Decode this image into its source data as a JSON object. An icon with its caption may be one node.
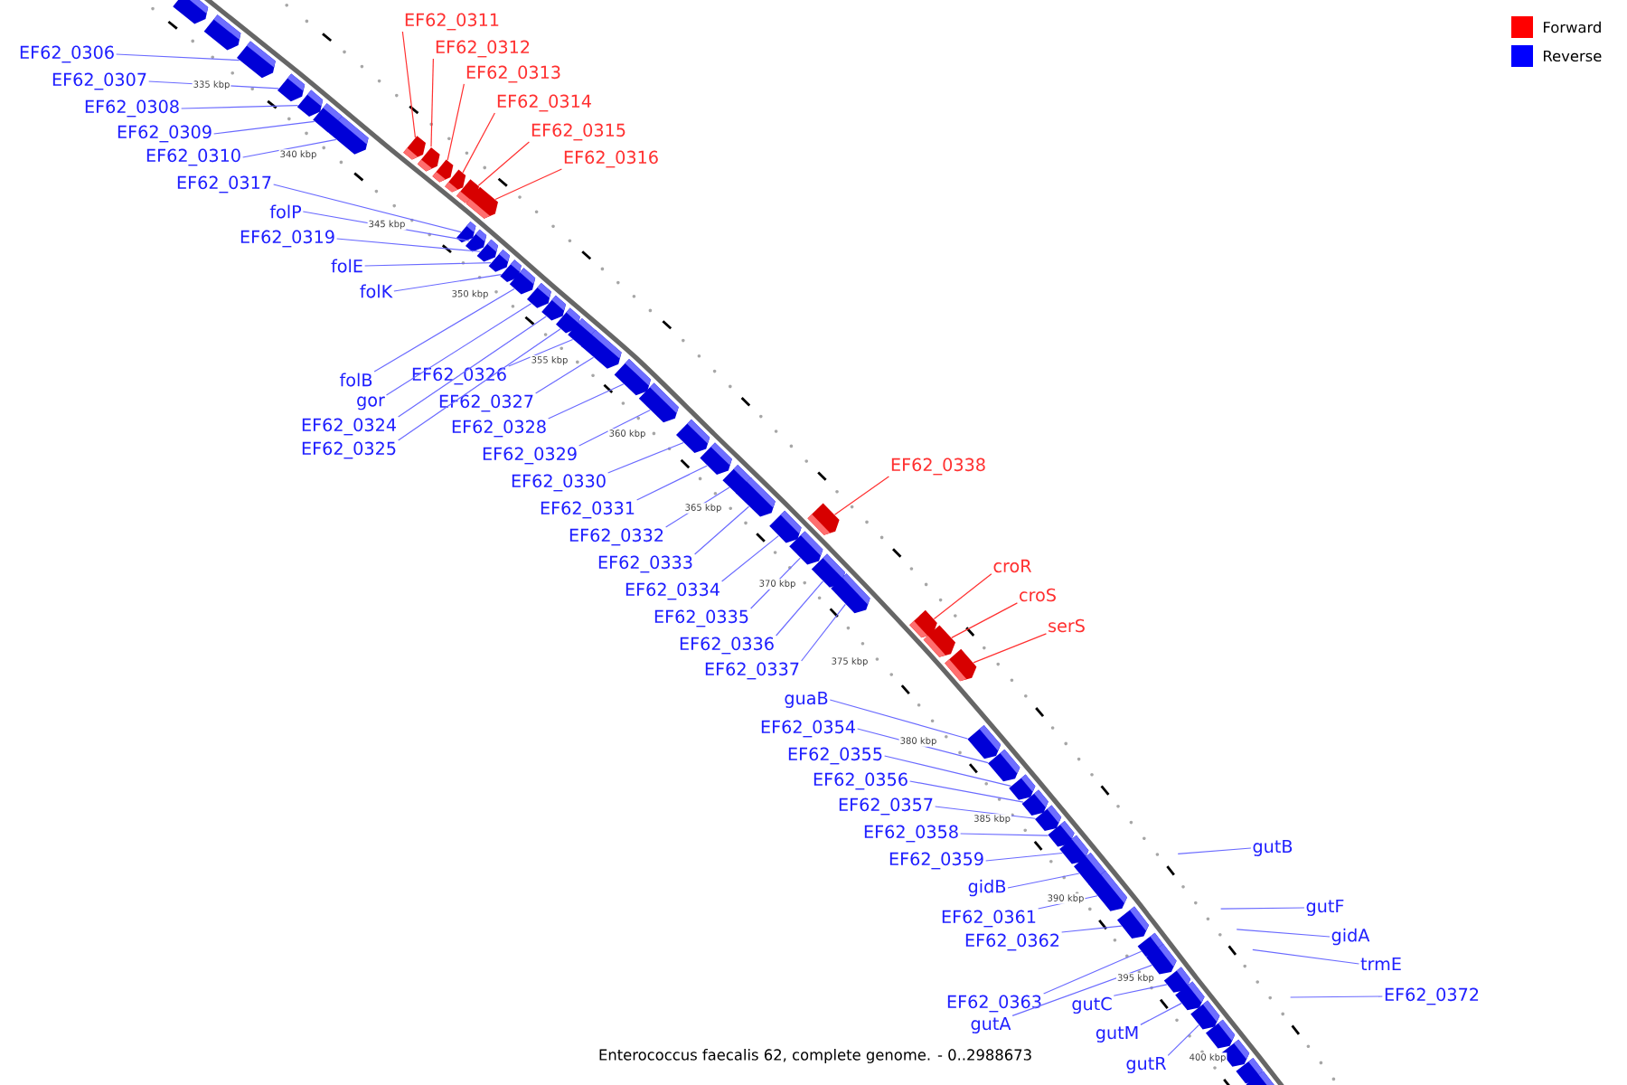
{
  "diagram": {
    "caption": "Enterococcus faecalis 62, complete genome. - 0..2988673",
    "nodes": [
      {
        "text": [
          "EF62_0306"
        ]
      },
      {
        "text": [
          "EF62_0307"
        ]
      },
      {
        "text": [
          "EF62_0308"
        ]
      },
      {
        "text": [
          "EF62_0309"
        ]
      },
      {
        "text": [
          "EF62_0310"
        ]
      },
      {
        "text": [
          "EF62_0317"
        ]
      },
      {
        "text": [
          "folP"
        ]
      },
      {
        "text": [
          "EF62_0319"
        ]
      },
      {
        "text": [
          "folE"
        ]
      },
      {
        "text": [
          "folK"
        ]
      },
      {
        "text": [
          "folB"
        ]
      },
      {
        "text": [
          "gor"
        ]
      },
      {
        "text": [
          "EF62_0324"
        ]
      },
      {
        "text": [
          "EF62_0325"
        ]
      },
      {
        "text": [
          "EF62_0326"
        ]
      },
      {
        "text": [
          "EF62_0327"
        ]
      },
      {
        "text": [
          "EF62_0328"
        ]
      },
      {
        "text": [
          "EF62_0329"
        ]
      },
      {
        "text": [
          "EF62_0330"
        ]
      },
      {
        "text": [
          "EF62_0331"
        ]
      },
      {
        "text": [
          "EF62_0332"
        ]
      },
      {
        "text": [
          "EF62_0333"
        ]
      },
      {
        "text": [
          "EF62_0334"
        ]
      },
      {
        "text": [
          "EF62_0335"
        ]
      },
      {
        "text": [
          "EF62_0336"
        ]
      },
      {
        "text": [
          "EF62_0337"
        ]
      },
      {
        "text": [
          "guaB"
        ]
      },
      {
        "text": [
          "EF62_0354"
        ]
      },
      {
        "text": [
          "EF62_0355"
        ]
      },
      {
        "text": [
          "EF62_0356"
        ]
      },
      {
        "text": [
          "EF62_0357"
        ]
      },
      {
        "text": [
          "EF62_0358"
        ]
      },
      {
        "text": [
          "EF62_0359"
        ]
      },
      {
        "text": [
          "gidB"
        ]
      },
      {
        "text": [
          "EF62_0361"
        ]
      },
      {
        "text": [
          "EF62_0362"
        ]
      },
      {
        "text": [
          "EF62_0363"
        ]
      },
      {
        "text": [
          "gutA"
        ]
      },
      {
        "text": [
          "gutC"
        ]
      },
      {
        "text": [
          "gutM"
        ]
      },
      {
        "text": [
          "gutR"
        ]
      },
      {
        "text": [
          "EF62_0311"
        ]
      },
      {
        "text": [
          "EF62_0312"
        ]
      },
      {
        "text": [
          "EF62_0313"
        ]
      },
      {
        "text": [
          "EF62_0314"
        ]
      },
      {
        "text": [
          "EF62_0315"
        ]
      },
      {
        "text": [
          "EF62_0316"
        ]
      },
      {
        "text": [
          "EF62_0338"
        ]
      },
      {
        "text": [
          "croR"
        ]
      },
      {
        "text": [
          "croS"
        ]
      },
      {
        "text": [
          "serS"
        ]
      },
      {
        "text": [
          "gutB"
        ]
      },
      {
        "text": [
          "gutF"
        ]
      },
      {
        "text": [
          "gidA"
        ]
      },
      {
        "text": [
          "trmE"
        ]
      },
      {
        "text": [
          "EF62_0372"
        ]
      },
      {
        "text": [],
        "shape": "bar"
      },
      {
        "text": [],
        "shape": "bar"
      },
      {
        "text": [],
        "shape": "bar"
      },
      {
        "text": [],
        "shape": "bar"
      },
      {
        "text": [],
        "shape": "bar"
      },
      {
        "text": [],
        "shape": "bar"
      },
      {
        "text": [],
        "shape": "bar"
      },
      {
        "text": [],
        "shape": "bar"
      },
      {
        "text": [],
        "shape": "bar"
      },
      {
        "text": [],
        "shape": "bar"
      },
      {
        "text": [],
        "shape": "bar"
      },
      {
        "text": [],
        "shape": "bar"
      },
      {
        "text": [],
        "shape": "bar"
      },
      {
        "text": [],
        "shape": "bar"
      },
      {
        "text": [],
        "shape": "bar"
      },
      {
        "text": [],
        "shape": "bar"
      },
      {
        "text": [],
        "shape": "bar"
      },
      {
        "text": [],
        "shape": "bar"
      },
      {
        "text": [],
        "shape": "bar"
      },
      {
        "text": [],
        "shape": "bar"
      },
      {
        "text": [],
        "shape": "bar"
      },
      {
        "text": [],
        "shape": "bar"
      },
      {
        "text": [],
        "shape": "bar"
      },
      {
        "text": [],
        "shape": "bar"
      },
      {
        "text": [],
        "shape": "bar"
      },
      {
        "text": [],
        "shape": "bar"
      },
      {
        "text": [],
        "shape": "bar"
      },
      {
        "text": [],
        "shape": "bar"
      },
      {
        "text": [],
        "shape": "bar"
      },
      {
        "text": [],
        "shape": "bar"
      },
      {
        "text": [],
        "shape": "bar"
      },
      {
        "text": [],
        "shape": "bar"
      },
      {
        "text": [],
        "shape": "bar"
      },
      {
        "text": [],
        "shape": "bar"
      },
      {
        "text": [],
        "shape": "bar"
      },
      {
        "text": [],
        "shape": "bar"
      },
      {
        "text": [],
        "shape": "bar"
      },
      {
        "text": [],
        "shape": "bar"
      },
      {
        "text": [],
        "shape": "bar"
      },
      {
        "text": [],
        "shape": "bar"
      },
      {
        "text": [],
        "shape": "bar"
      },
      {
        "text": [],
        "shape": "bar"
      },
      {
        "text": [],
        "shape": "bar"
      },
      {
        "text": [],
        "shape": "bar"
      },
      {
        "text": [],
        "shape": "bar"
      },
      {
        "text": [],
        "shape": "bar"
      },
      {
        "text": [],
        "shape": "bar"
      },
      {
        "text": [],
        "shape": "bar"
      },
      {
        "text": [],
        "shape": "bar"
      },
      {
        "text": [],
        "shape": "bar"
      },
      {
        "text": [],
        "shape": "bar"
      },
      {
        "text": [],
        "shape": "bar"
      },
      {
        "text": [],
        "shape": "bar"
      },
      {
        "text": [],
        "shape": "bar"
      },
      {
        "text": [],
        "shape": "bar"
      },
      {
        "text": [],
        "shape": "bar"
      },
      {
        "text": [],
        "shape": "bar"
      }
    ],
    "edges": [
      {
        "from": 0,
        "to": 58,
        "arrow": "none"
      },
      {
        "from": 1,
        "to": 59,
        "arrow": "none"
      },
      {
        "from": 2,
        "to": 60,
        "arrow": "none"
      },
      {
        "from": 3,
        "to": 61,
        "arrow": "none"
      },
      {
        "from": 4,
        "to": 62,
        "arrow": "none"
      },
      {
        "from": 5,
        "to": 69,
        "arrow": "none"
      },
      {
        "from": 6,
        "to": 70,
        "arrow": "none"
      },
      {
        "from": 7,
        "to": 71,
        "arrow": "none"
      },
      {
        "from": 8,
        "to": 72,
        "arrow": "none"
      },
      {
        "from": 9,
        "to": 73,
        "arrow": "none"
      },
      {
        "from": 10,
        "to": 74,
        "arrow": "none"
      },
      {
        "from": 11,
        "to": 75,
        "arrow": "none"
      },
      {
        "from": 12,
        "to": 76,
        "arrow": "none"
      },
      {
        "from": 13,
        "to": 77,
        "arrow": "none"
      },
      {
        "from": 14,
        "to": 78,
        "arrow": "none"
      },
      {
        "from": 15,
        "to": 79,
        "arrow": "none"
      },
      {
        "from": 16,
        "to": 80,
        "arrow": "none"
      },
      {
        "from": 17,
        "to": 81,
        "arrow": "none"
      },
      {
        "from": 18,
        "to": 82,
        "arrow": "none"
      },
      {
        "from": 19,
        "to": 83,
        "arrow": "none"
      },
      {
        "from": 20,
        "to": 84,
        "arrow": "none"
      },
      {
        "from": 21,
        "to": 85,
        "arrow": "none"
      },
      {
        "from": 22,
        "to": 86,
        "arrow": "none"
      },
      {
        "from": 23,
        "to": 88,
        "arrow": "none"
      },
      {
        "from": 24,
        "to": 89,
        "arrow": "none"
      },
      {
        "from": 25,
        "to": 90,
        "arrow": "none"
      },
      {
        "from": 26,
        "to": 94,
        "arrow": "none"
      },
      {
        "from": 27,
        "to": 95,
        "arrow": "none"
      },
      {
        "from": 28,
        "to": 96,
        "arrow": "none"
      },
      {
        "from": 29,
        "to": 97,
        "arrow": "none"
      },
      {
        "from": 30,
        "to": 98,
        "arrow": "none"
      },
      {
        "from": 31,
        "to": 99,
        "arrow": "none"
      },
      {
        "from": 32,
        "to": 100,
        "arrow": "none"
      },
      {
        "from": 33,
        "to": 101,
        "arrow": "none"
      },
      {
        "from": 34,
        "to": 102,
        "arrow": "none"
      },
      {
        "from": 35,
        "to": 103,
        "arrow": "none"
      },
      {
        "from": 36,
        "to": 104,
        "arrow": "none"
      },
      {
        "from": 37,
        "to": 105,
        "arrow": "none"
      },
      {
        "from": 38,
        "to": 106,
        "arrow": "none"
      },
      {
        "from": 39,
        "to": 107,
        "arrow": "none"
      },
      {
        "from": 40,
        "to": 108,
        "arrow": "none"
      },
      {
        "from": 41,
        "to": 63,
        "arrow": "none",
        "color": "#ff3030"
      },
      {
        "from": 42,
        "to": 64,
        "arrow": "none",
        "color": "#ff3030"
      },
      {
        "from": 43,
        "to": 65,
        "arrow": "none",
        "color": "#ff3030"
      },
      {
        "from": 44,
        "to": 66,
        "arrow": "none",
        "color": "#ff3030"
      },
      {
        "from": 45,
        "to": 67,
        "arrow": "none",
        "color": "#ff3030"
      },
      {
        "from": 46,
        "to": 68,
        "arrow": "none",
        "color": "#ff3030"
      },
      {
        "from": 47,
        "to": 87,
        "arrow": "none",
        "color": "#ff3030"
      },
      {
        "from": 48,
        "to": 91,
        "arrow": "none",
        "color": "#ff3030"
      },
      {
        "from": 49,
        "to": 92,
        "arrow": "none",
        "color": "#ff3030"
      },
      {
        "from": 50,
        "to": 93,
        "arrow": "none",
        "color": "#ff3030"
      },
      {
        "from": 51,
        "to": null,
        "arrow": "none"
      },
      {
        "from": 52,
        "to": null,
        "arrow": "none"
      },
      {
        "from": 53,
        "to": null,
        "arrow": "none"
      },
      {
        "from": 54,
        "to": null,
        "arrow": "none"
      },
      {
        "from": 55,
        "to": null,
        "arrow": "none"
      }
    ],
    "labels": [
      "335 kbp",
      "340 kbp",
      "345 kbp",
      "350 kbp",
      "355 kbp",
      "360 kbp",
      "365 kbp",
      "370 kbp",
      "375 kbp",
      "380 kbp",
      "385 kbp",
      "390 kbp",
      "395 kbp",
      "400 kbp"
    ],
    "legend": [
      {
        "text": "Forward",
        "color": "#ff0000"
      },
      {
        "text": "Reverse",
        "color": "#0000ff"
      }
    ]
  }
}
